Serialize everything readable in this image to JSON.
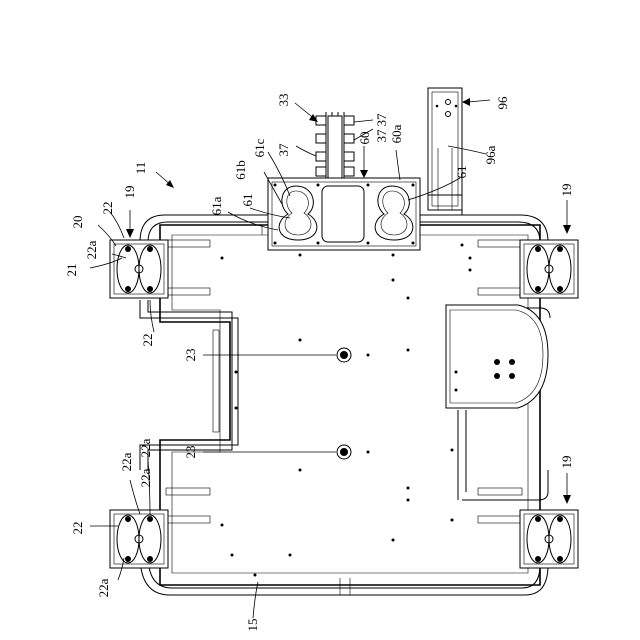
{
  "figure": {
    "labels": [
      {
        "id": "11",
        "text": "11"
      },
      {
        "id": "15",
        "text": "15"
      },
      {
        "id": "19-tl",
        "text": "19"
      },
      {
        "id": "19-tr",
        "text": "19"
      },
      {
        "id": "19-br",
        "text": "19"
      },
      {
        "id": "20",
        "text": "20"
      },
      {
        "id": "21",
        "text": "21"
      },
      {
        "id": "22-a",
        "text": "22"
      },
      {
        "id": "22-b",
        "text": "22"
      },
      {
        "id": "22-c",
        "text": "22"
      },
      {
        "id": "22a-1",
        "text": "22a"
      },
      {
        "id": "22a-2",
        "text": "22a"
      },
      {
        "id": "22a-3",
        "text": "22a"
      },
      {
        "id": "22a-4",
        "text": "22a"
      },
      {
        "id": "22a-5",
        "text": "22a"
      },
      {
        "id": "23-a",
        "text": "23"
      },
      {
        "id": "23-b",
        "text": "23"
      },
      {
        "id": "33",
        "text": "33"
      },
      {
        "id": "37-a",
        "text": "37"
      },
      {
        "id": "37-b",
        "text": "37"
      },
      {
        "id": "37-c",
        "text": "37"
      },
      {
        "id": "60",
        "text": "60"
      },
      {
        "id": "60a",
        "text": "60a"
      },
      {
        "id": "61-a",
        "text": "61"
      },
      {
        "id": "61-b",
        "text": "61"
      },
      {
        "id": "61a",
        "text": "61a"
      },
      {
        "id": "61b",
        "text": "61b"
      },
      {
        "id": "61c",
        "text": "61c"
      },
      {
        "id": "96",
        "text": "96"
      },
      {
        "id": "96a",
        "text": "96a"
      }
    ]
  }
}
